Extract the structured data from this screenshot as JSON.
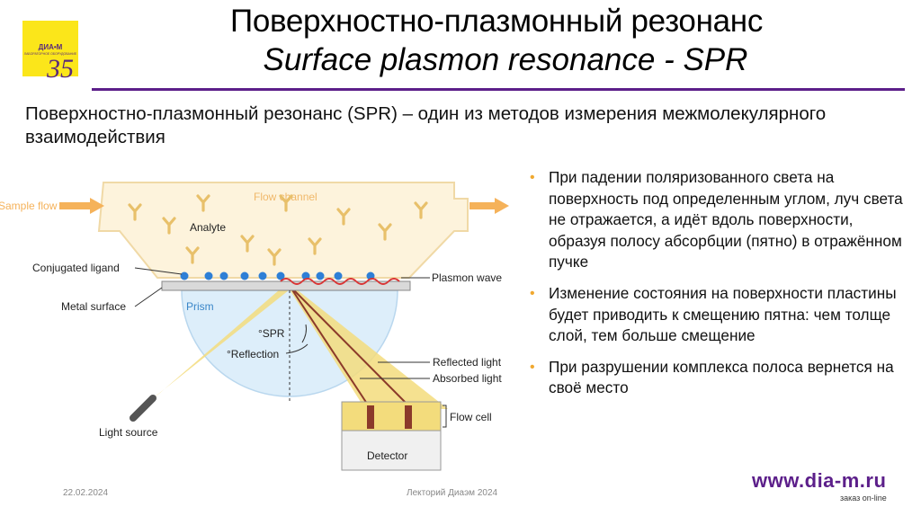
{
  "logo": {
    "name": "ДИА•М",
    "tagline": "ЛАБОРАТОРНОЕ ОБОРУДОВАНИЕ",
    "years": "35"
  },
  "title_ru": "Поверхностно-плазмонный резонанс",
  "title_en": "Surface plasmon resonance - SPR",
  "subtitle": "Поверхностно-плазмонный резонанс (SPR) – один из методов измерения межмолекулярного взаимодействия",
  "diagram": {
    "sample_flow": "Sample flow",
    "flow_channel": "Flow channel",
    "analyte": "Analyte",
    "conjugated_ligand": "Conjugated ligand",
    "metal_surface": "Metal surface",
    "prism": "Prism",
    "plasmon_wave": "Plasmon wave",
    "spr_angle": "°SPR",
    "reflection_angle": "°Reflection",
    "reflected_light": "Reflected light",
    "absorbed_light": "Absorbed light",
    "flow_cell": "Flow cell",
    "detector": "Detector",
    "light_source": "Light source",
    "colors": {
      "flow": "#fdf3dc",
      "arrow": "#f5b25a",
      "prism": "#ddeefa",
      "light": "#f3dc7c",
      "ligand": "#2e7fd6",
      "wave": "#d93434",
      "antibody": "#e8c06a"
    }
  },
  "bullets": [
    "При падении поляризованного света на поверхность под определенным углом, луч света не отражается, а идёт вдоль поверхности, образуя полосу абсорбции (пятно) в отражённом пучке",
    "Изменение состояния на поверхности пластины будет приводить к смещению пятна: чем толще слой, тем больше смещение",
    "При разрушении комплекса полоса вернется на своё место"
  ],
  "footer": {
    "date": "22.02.2024",
    "center": "Лекторий Диаэм 2024",
    "brand": "www.dia-m.ru",
    "brand_sub": "заказ on-line"
  }
}
